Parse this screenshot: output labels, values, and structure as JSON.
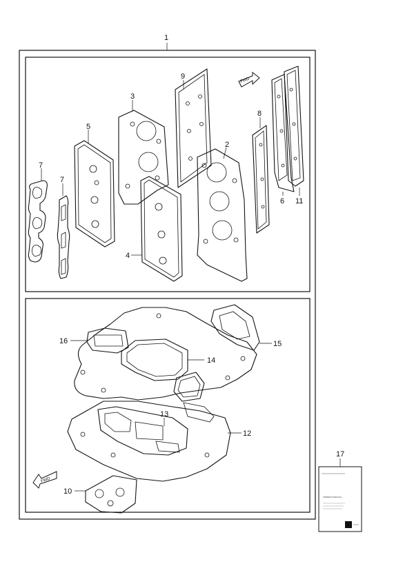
{
  "parts": {
    "p1": "1",
    "p2": "2",
    "p3": "3",
    "p4": "4",
    "p5": "5",
    "p6": "6",
    "p7a": "7",
    "p7b": "7",
    "p8": "8",
    "p9": "9",
    "p10": "10",
    "p11": "11",
    "p12": "12",
    "p13": "13",
    "p14": "14",
    "p15": "15",
    "p16": "16",
    "p17": "17"
  },
  "fwd": {
    "top": "FWD",
    "bottom": "FWD"
  },
  "manual": {
    "title": "OWNER'S MANUAL"
  },
  "icons": [
    "fwd-arrow-icon",
    "manual-logo-icon"
  ]
}
